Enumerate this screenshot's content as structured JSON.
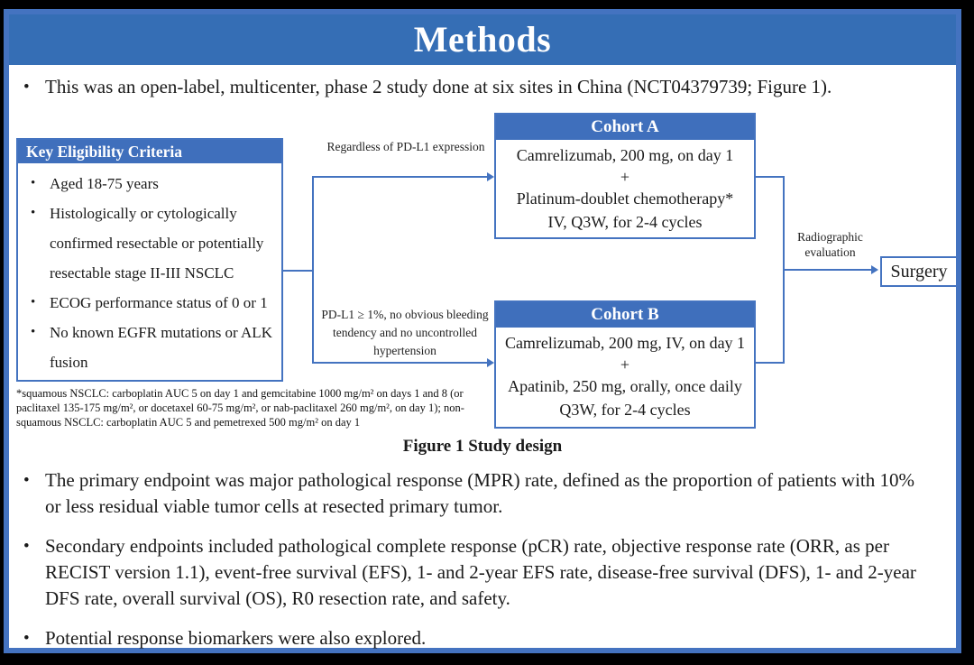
{
  "slide": {
    "title": "Methods",
    "intro_bullet": "This was an open-label, multicenter, phase 2 study done at six sites in China (NCT04379739; Figure 1)."
  },
  "figure": {
    "caption": "Figure 1 Study design",
    "eligibility": {
      "header": "Key Eligibility Criteria",
      "items": [
        "Aged 18-75 years",
        "Histologically or cytologically confirmed resectable or potentially resectable stage II-III NSCLC",
        "ECOG performance status of 0 or 1",
        "No known EGFR mutations or ALK fusion"
      ]
    },
    "footnote": "*squamous NSCLC: carboplatin AUC 5 on day 1 and gemcitabine 1000 mg/m² on days 1 and 8 (or paclitaxel 135-175 mg/m², or docetaxel 60-75 mg/m², or nab-paclitaxel 260 mg/m², on day 1); non-squamous NSCLC: carboplatin AUC 5 and pemetrexed 500 mg/m² on day 1",
    "branch_top_label": "Regardless of PD-L1 expression",
    "branch_bottom_label": "PD-L1 ≥ 1%, no obvious bleeding tendency and no uncontrolled hypertension",
    "cohort_a": {
      "header": "Cohort A",
      "line1": "Camrelizumab, 200 mg, on day 1",
      "line2": "+",
      "line3": "Platinum-doublet chemotherapy*",
      "line4": "IV, Q3W, for 2-4 cycles"
    },
    "cohort_b": {
      "header": "Cohort B",
      "line1": "Camrelizumab, 200 mg, IV, on day 1",
      "line2": "+",
      "line3": "Apatinib, 250 mg, orally, once daily",
      "line4": "Q3W, for 2-4 cycles"
    },
    "evaluation_label": "Radiographic evaluation",
    "surgery_label": "Surgery"
  },
  "endpoints": {
    "bullets": [
      "The primary endpoint was major pathological response (MPR) rate, defined as the proportion of patients with 10% or less residual viable tumor cells at resected primary tumor.",
      "Secondary endpoints included pathological complete response (pCR) rate, objective response rate (ORR, as per RECIST version 1.1), event-free survival (EFS), 1- and 2-year EFS rate, disease-free survival (DFS), 1- and 2-year DFS rate, overall survival (OS), R0 resection rate, and safety.",
      "Potential response biomarkers were also explored."
    ]
  },
  "colors": {
    "title_bar_blue": "#356eb5",
    "accent_blue": "#4473c0",
    "header_fill_blue": "#3f6fbc"
  }
}
